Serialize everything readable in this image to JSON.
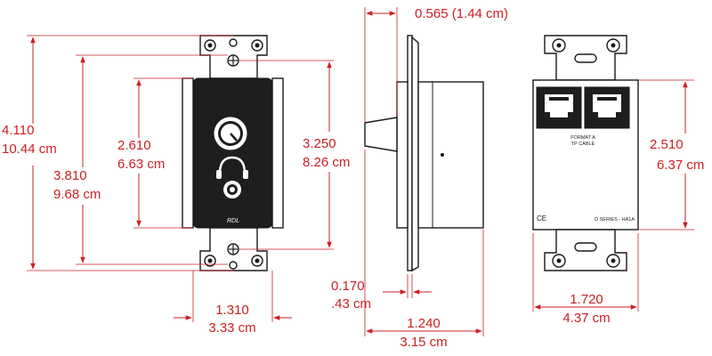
{
  "colors": {
    "dimension": "#cc1f24",
    "ink": "#1a1a1a",
    "plate": "#1e1e1e",
    "background": "#ffffff"
  },
  "dimensions": {
    "overall_height": {
      "in": "4.110",
      "cm": "10.44 cm"
    },
    "screw_spacing": {
      "in": "3.810",
      "cm": "9.68 cm"
    },
    "plate_height": {
      "in": "2.610",
      "cm": "6.63 cm"
    },
    "body_height": {
      "in": "3.250",
      "cm": "8.26 cm"
    },
    "plate_width": {
      "in": "1.310",
      "cm": "3.33 cm"
    },
    "knob_depth": {
      "text": "0.565 (1.44 cm)"
    },
    "strap_thickness": {
      "in": "0.170",
      "cm": ".43 cm"
    },
    "total_depth": {
      "in": "1.240",
      "cm": "3.15 cm"
    },
    "rear_body_height": {
      "in": "2.510",
      "cm": "6.37 cm"
    },
    "rear_width": {
      "in": "1.720",
      "cm": "4.37 cm"
    }
  },
  "labels": {
    "front_brand": "RDL",
    "rear_format_line1": "FORMAT A",
    "rear_format_line2": "TP CABLE",
    "rear_ce": "CE",
    "rear_series": "D SERIES - HA1A"
  },
  "icons": {
    "knob": "volume-knob-icon",
    "headphones": "headphones-icon",
    "jack": "headphone-jack-icon",
    "rj45": "rj45-port-icon"
  }
}
